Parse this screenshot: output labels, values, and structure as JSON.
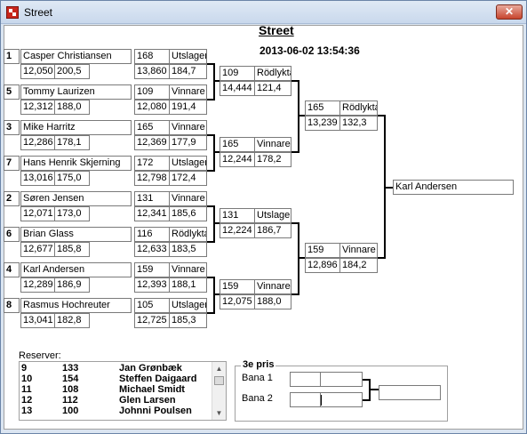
{
  "window": {
    "title": "Street",
    "close_glyph": "✕",
    "icon": "app-icon"
  },
  "header": {
    "title": "Street",
    "datetime": "2013-06-02 13:54:36"
  },
  "round1": [
    {
      "seed": "1",
      "name": "Casper Christiansen",
      "t1": "12,050",
      "t2": "200,5",
      "nr": "168",
      "res": "Utslagen",
      "rt": "13,860",
      "sp": "184,7"
    },
    {
      "seed": "5",
      "name": "Tommy Laurizen",
      "t1": "12,312",
      "t2": "188,0",
      "nr": "109",
      "res": "Vinnare",
      "rt": "12,080",
      "sp": "191,4"
    },
    {
      "seed": "3",
      "name": "Mike Harritz",
      "t1": "12,286",
      "t2": "178,1",
      "nr": "165",
      "res": "Vinnare",
      "rt": "12,369",
      "sp": "177,9"
    },
    {
      "seed": "7",
      "name": "Hans Henrik Skjerning",
      "t1": "13,016",
      "t2": "175,0",
      "nr": "172",
      "res": "Utslagen",
      "rt": "12,798",
      "sp": "172,4"
    },
    {
      "seed": "2",
      "name": "Søren Jensen",
      "t1": "12,071",
      "t2": "173,0",
      "nr": "131",
      "res": "Vinnare",
      "rt": "12,341",
      "sp": "185,6"
    },
    {
      "seed": "6",
      "name": "Brian Glass",
      "t1": "12,677",
      "t2": "185,8",
      "nr": "116",
      "res": "Rödlyktan",
      "rt": "12,633",
      "sp": "183,5"
    },
    {
      "seed": "4",
      "name": "Karl Andersen",
      "t1": "12,289",
      "t2": "186,9",
      "nr": "159",
      "res": "Vinnare",
      "rt": "12,393",
      "sp": "188,1"
    },
    {
      "seed": "8",
      "name": "Rasmus Hochreuter",
      "t1": "13,041",
      "t2": "182,8",
      "nr": "105",
      "res": "Utslagen",
      "rt": "12,725",
      "sp": "185,3"
    }
  ],
  "round2": [
    {
      "nr": "109",
      "res": "Rödlyktan",
      "rt": "14,444",
      "sp": "121,4"
    },
    {
      "nr": "165",
      "res": "Vinnare",
      "rt": "12,244",
      "sp": "178,2"
    },
    {
      "nr": "131",
      "res": "Utslagen",
      "rt": "12,224",
      "sp": "186,7"
    },
    {
      "nr": "159",
      "res": "Vinnare",
      "rt": "12,075",
      "sp": "188,0"
    }
  ],
  "round3": [
    {
      "nr": "165",
      "res": "Rödlyktan",
      "rt": "13,239",
      "sp": "132,3"
    },
    {
      "nr": "159",
      "res": "Vinnare",
      "rt": "12,896",
      "sp": "184,2"
    }
  ],
  "winner": "Karl Andersen",
  "reserves": {
    "label": "Reserver:",
    "rows": [
      {
        "pos": "9",
        "nr": "133",
        "name": "Jan Grønbæk"
      },
      {
        "pos": "10",
        "nr": "154",
        "name": "Steffen Daigaard"
      },
      {
        "pos": "11",
        "nr": "108",
        "name": "Michael Smidt"
      },
      {
        "pos": "12",
        "nr": "112",
        "name": "Glen Larsen"
      },
      {
        "pos": "13",
        "nr": "100",
        "name": "Johnni Poulsen"
      }
    ],
    "scroll_up": "▲",
    "scroll_down": "▼"
  },
  "third_place": {
    "title": "3e pris",
    "lane1_label": "Bana 1",
    "lane2_label": "Bana 2",
    "lane1_nr": "",
    "lane1_res": "",
    "lane2_nr": "",
    "lane2_res": "",
    "result": ""
  }
}
